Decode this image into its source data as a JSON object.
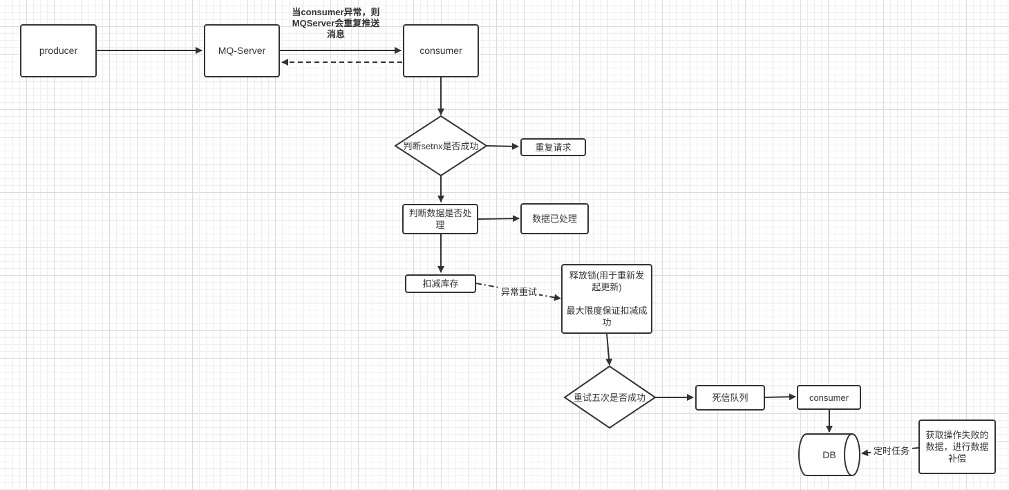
{
  "nodes": {
    "producer": "producer",
    "mq_server": "MQ-Server",
    "consumer": "consumer",
    "check_setnx": "判断setnx是否成功",
    "repeat_request": "重复请求",
    "check_processed": "判断数据是否处理",
    "data_processed": "数据已处理",
    "deduct_stock": "扣减库存",
    "release_lock": "释放锁(用于重新发起更新)\n\n最大限度保证扣减成功",
    "retry_five": "重试五次是否成功",
    "dead_letter": "死信队列",
    "consumer_2": "consumer",
    "db": "DB",
    "compensate": "获取操作失败的数据，进行数据补偿"
  },
  "edge_labels": {
    "redelivery_note": "当consumer异常，则MQServer会重复推送消息",
    "retry_on_error": "异常重试",
    "scheduled_task": "定时任务"
  }
}
